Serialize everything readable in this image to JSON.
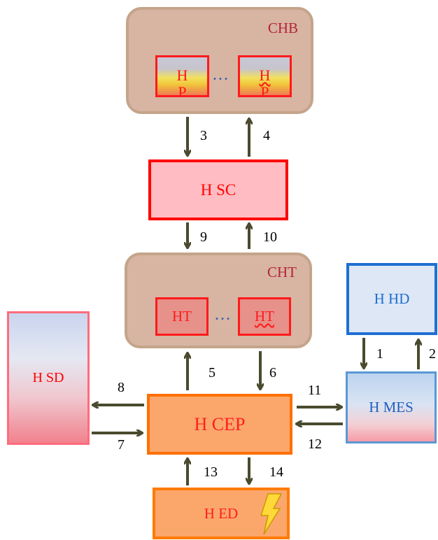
{
  "chb": {
    "title": "CHB",
    "unit1": "H\nP",
    "unit2": "H\nP",
    "dots": "…"
  },
  "hsc": {
    "label": "H SC"
  },
  "cht": {
    "title": "CHT",
    "unit1": "HT",
    "unit2": "HT",
    "dots": "…"
  },
  "hsd": {
    "label": "H SD"
  },
  "hcep": {
    "label": "H CEP"
  },
  "hed": {
    "label": "H ED",
    "icon": "lightning-bolt-icon"
  },
  "hhd": {
    "label": "H HD"
  },
  "hmes": {
    "label": "H MES"
  },
  "arrow_labels": {
    "a1": "1",
    "a2": "2",
    "a3": "3",
    "a4": "4",
    "a5": "5",
    "a6": "6",
    "a7": "7",
    "a8": "8",
    "a9": "9",
    "a10": "10",
    "a11": "11",
    "a12": "12",
    "a13": "13",
    "a14": "14"
  },
  "colors": {
    "arrow": "#4a4a2e",
    "red": "#ff0000",
    "blue": "#1f6fd1",
    "orange": "#ff6f00",
    "tan": "#d8b4a3"
  }
}
